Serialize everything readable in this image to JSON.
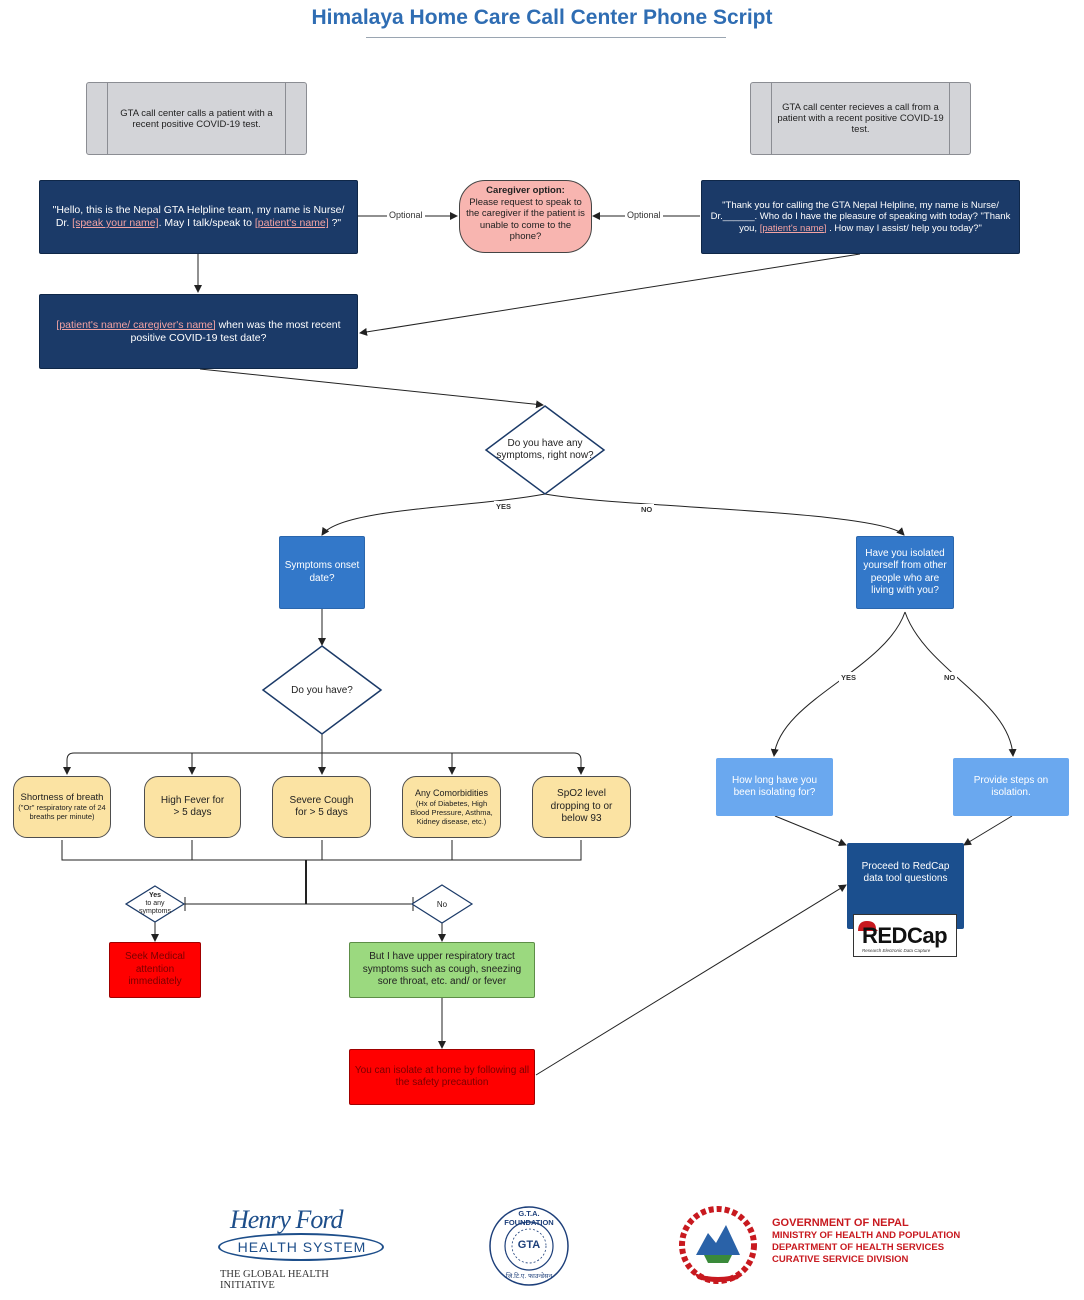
{
  "title": "Himalaya Home Care Call Center Phone Script",
  "nodes": {
    "start_outbound": "GTA call center calls a patient with a recent positive COVID-19 test.",
    "start_inbound": "GTA call center recieves a call from a patient with a recent positive COVID-19 test.",
    "greeting_outbound": {
      "t1": "\"Hello, this is the Nepal GTA Helpline team, my name is Nurse/ Dr.",
      "p1": "[speak your name]",
      "t2": ". May I talk/speak to",
      "p2": "[patient's name]",
      "t3": "?\""
    },
    "caregiver": {
      "heading": "Caregiver option:",
      "body": "Please request to speak to the caregiver if the patient is unable to come to the phone?"
    },
    "greeting_inbound": {
      "t1": "\"Thank you for calling the GTA Nepal Helpline, my name is Nurse/ Dr.______. Who do I have the pleasure of speaking with today? \"Thank you,",
      "p1": "[patient's name]",
      "t2": ". How may I assist/ help you today?\""
    },
    "test_date": {
      "p1": "[patient's name/ caregiver's name]",
      "t1": "when was the most recent positive COVID-19 test date?"
    },
    "any_symptoms": "Do you have any symptoms, right now?",
    "symptoms_onset": "Symptoms onset date?",
    "isolated": "Have you isolated yourself from other people who are living with you?",
    "do_you_have": "Do you have?",
    "symptom_options": [
      {
        "title": "Shortness of breath",
        "detail": "(\"Or\" respiratory rate of 24 breaths per minute)"
      },
      {
        "title": "High Fever for > 5 days",
        "detail": ""
      },
      {
        "title": "Severe Cough for > 5 days",
        "detail": ""
      },
      {
        "title": "Any Comorbidities",
        "detail": "(Hx of Diabetes, High Blood Pressure, Asthma, Kidney disease, etc.)"
      },
      {
        "title": "SpO2 level dropping to or below 93",
        "detail": ""
      }
    ],
    "yes_any": {
      "title": "Yes",
      "sub": "to any symptoms"
    },
    "no_gate": "No",
    "seek_medical": "Seek Medical attention immediately",
    "upper_resp": "But I have upper respiratory tract symptoms such as cough, sneezing sore throat, etc. and/ or fever",
    "isolate_home": "You can isolate at home by following all the safety precaution",
    "how_long": "How long have you been isolating for?",
    "steps": "Provide steps on isolation.",
    "redcap": "Proceed to RedCap data tool questions",
    "redcap_logo": {
      "word": "REDCap",
      "tagline": "Research Electronic Data Capture"
    }
  },
  "edge_labels": {
    "optional_left": "Optional",
    "optional_right": "Optional",
    "yes_main": "YES",
    "no_main": "NO",
    "yes_isolated": "YES",
    "no_isolated": "NO"
  },
  "logos": {
    "henry_ford": {
      "script": "Henry Ford",
      "system": "HEALTH SYSTEM",
      "tagline": "THE GLOBAL HEALTH INITIATIVE"
    },
    "gta": {
      "ring": "G.T.A. FOUNDATION",
      "center": "GTA",
      "bottom": "जि.टि.ए. फाउन्डेसन"
    },
    "nepal": {
      "line1": "GOVERNMENT OF NEPAL",
      "line2": "MINISTRY OF HEALTH AND POPULATION",
      "line3": "DEPARTMENT OF HEALTH SERVICES",
      "line4": "CURATIVE SERVICE DIVISION"
    }
  },
  "colors": {
    "title": "#2f6db3",
    "navy": "#1b3a68",
    "blue": "#3378c9",
    "light_blue": "#6aa8ef",
    "yellow": "#fbe3a3",
    "green": "#9bd97f",
    "red": "#ff0000",
    "pink": "#f8b5b0",
    "gray": "#d3d4d8",
    "nepal_red": "#c8191f"
  }
}
